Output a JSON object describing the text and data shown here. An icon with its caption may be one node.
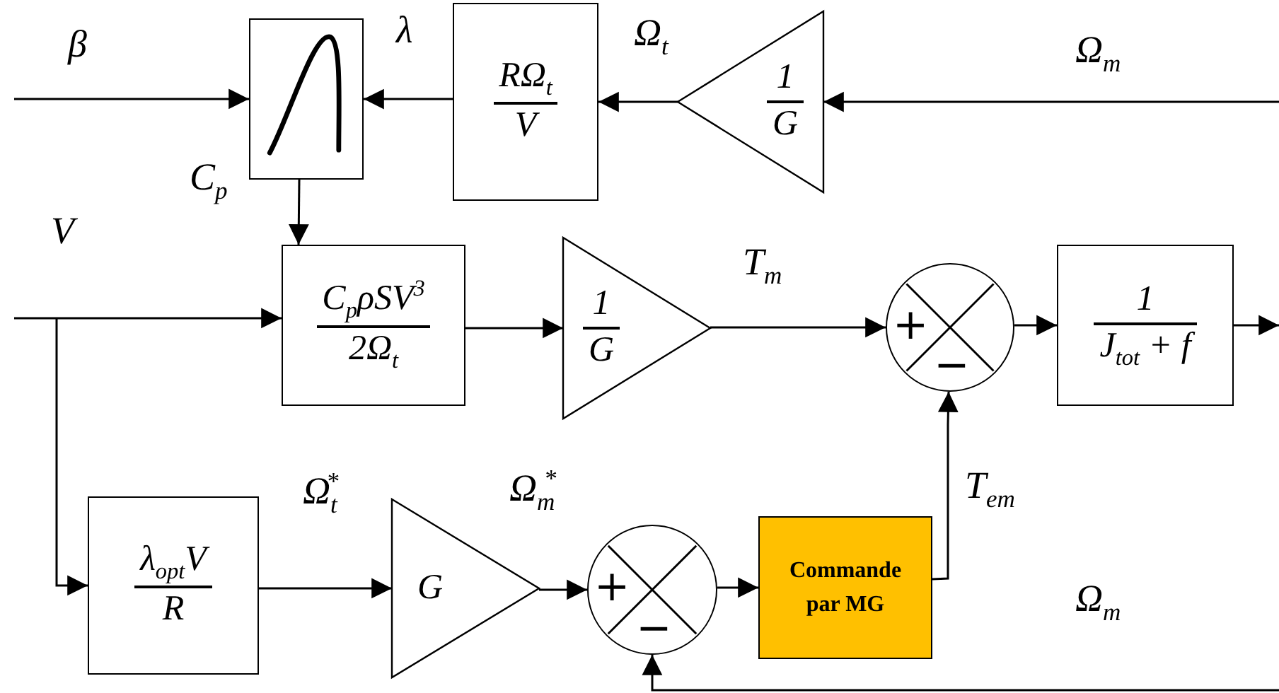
{
  "diagram": {
    "nodes": [
      {
        "text": [],
        "shape": "box"
      },
      {
        "text": [
          "RΩ$_{t}$",
          "V"
        ]
      },
      {
        "text": [
          "1",
          "G"
        ]
      },
      {
        "text": [
          "C$_{p}$ρSV$^{3}$",
          "2Ω$_{t}$"
        ]
      },
      {
        "text": [
          "1",
          "G"
        ]
      },
      {
        "text": [
          "+",
          "−"
        ]
      },
      {
        "text": [
          "1",
          "J$_{tot}$ + f"
        ]
      },
      {
        "text": [
          "λ$_{opt}$V",
          "R"
        ]
      },
      {
        "text": [
          "G"
        ]
      },
      {
        "text": [
          "+",
          "−"
        ]
      },
      {
        "text": [
          "Commande par MG"
        ]
      }
    ],
    "edges": [
      {
        "from": null,
        "to": 0,
        "arrow": "to",
        "label": "β"
      },
      {
        "from": 1,
        "to": 0,
        "arrow": "to",
        "label": "λ"
      },
      {
        "from": 2,
        "to": 1,
        "arrow": "to",
        "label": "Ω$_{t}$"
      },
      {
        "from": null,
        "to": 2,
        "arrow": "to",
        "label": "Ω$_{m}$"
      },
      {
        "from": 0,
        "to": 3,
        "arrow": "to",
        "label": "C$_{p}$"
      },
      {
        "from": null,
        "to": 3,
        "arrow": "to",
        "label": "V"
      },
      {
        "from": 3,
        "to": 4,
        "arrow": "to"
      },
      {
        "from": 4,
        "to": 5,
        "arrow": "to",
        "label": "T$_{m}$"
      },
      {
        "from": 5,
        "to": 6,
        "arrow": "to"
      },
      {
        "from": 6,
        "to": null,
        "arrow": "to"
      },
      {
        "from": null,
        "to": 7,
        "arrow": "to"
      },
      {
        "from": 7,
        "to": 8,
        "arrow": "to",
        "label": "Ω$_{t}$$^{*}$"
      },
      {
        "from": 8,
        "to": 9,
        "arrow": "to",
        "label": "Ω$_{m}$$^{*}$"
      },
      {
        "from": 9,
        "to": 10,
        "arrow": "to"
      },
      {
        "from": 10,
        "to": 5,
        "arrow": "to",
        "label": "T$_{em}$"
      },
      {
        "from": null,
        "to": 9,
        "arrow": "to",
        "label": "Ω$_{m}$"
      }
    ]
  }
}
